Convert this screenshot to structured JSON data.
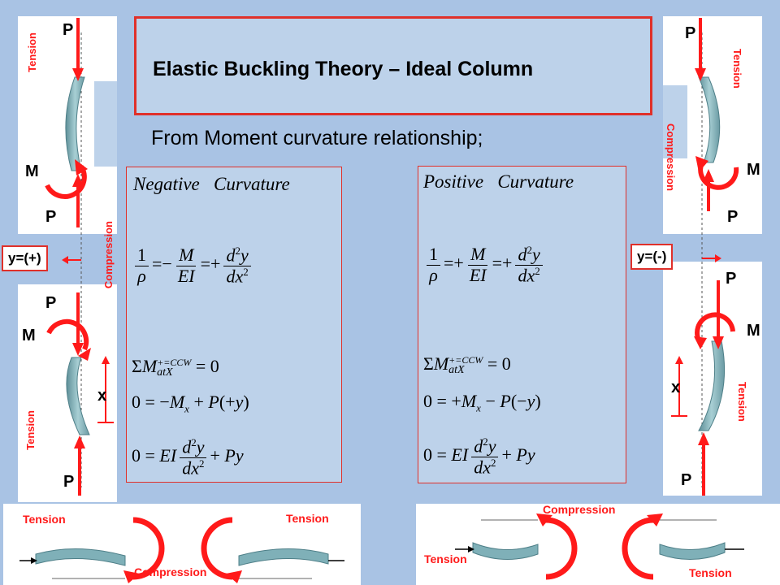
{
  "title": "Elastic Buckling Theory – Ideal Column",
  "subtitle": "From Moment curvature relationship;",
  "left_column": {
    "top_load": "P",
    "moment": "M",
    "mid_load": "P",
    "y_label": "y=(+)",
    "tension_top": "Tension",
    "compression": "Compression",
    "lower_load": "P",
    "lower_moment": "M",
    "x_label": "x",
    "tension_bottom": "Tension",
    "bottom_load": "P"
  },
  "right_column": {
    "top_load": "P",
    "tension_top": "Tension",
    "compression": "Compression",
    "moment": "M",
    "mid_load": "P",
    "y_label": "y=(-)",
    "lower_load": "P",
    "lower_moment": "M",
    "x_label": "x",
    "tension_bottom": "Tension",
    "bottom_load": "P"
  },
  "negative_box": {
    "heading_1": "Negative",
    "heading_2": "Curvature",
    "eq1_sign1": "−",
    "eq1_sign2": "+",
    "eq3_sign1": "−",
    "eq3_sign2": "+"
  },
  "positive_box": {
    "heading_1": "Positive",
    "heading_2": "Curvature",
    "eq1_sign1": "+",
    "eq1_sign2": "+",
    "eq3_sign1": "+",
    "eq3_sign2": "−"
  },
  "bottom_left": {
    "tension_left": "Tension",
    "tension_right": "Tension",
    "compression": "Compression"
  },
  "bottom_right": {
    "compression": "Compression",
    "tension_left": "Tension",
    "tension_right": "Tension"
  },
  "colors": {
    "background": "#a9c3e4",
    "accent_red": "#ff1a1a",
    "equation_box": "#bdd2ea",
    "column_teal": "#7fb0b8"
  }
}
